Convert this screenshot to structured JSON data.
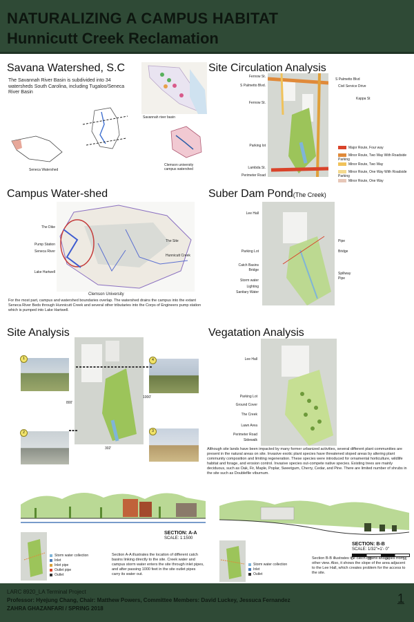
{
  "header": {
    "title_line1": "NATURALIZING A CAMPUS HABITAT",
    "title_line2": "Hunnicutt Creek Reclamation"
  },
  "savana": {
    "heading": "Savana Watershed, S.C",
    "body": "The Savannah River Basin is subdivided into 34 watersheds South Carolina, including Tugaloo/Seneca River Basin",
    "cap_river_basin": "Savannah river basin",
    "cap_seneca": "Seneca Watershed",
    "cap_clemson": "Clemson university campus watershed"
  },
  "circulation": {
    "heading": "Site Circulation Analysis",
    "labels": [
      "Fernow St.",
      "S Palmetto Blvd.",
      "Fernow St.",
      "Parking lot",
      "Lambda St.",
      "Perimeter Road",
      "S Palmetto Blvd",
      "Civil Service Drive",
      "Kappa St"
    ],
    "legend": [
      {
        "label": "Major Route, Four way",
        "color": "#d9432a"
      },
      {
        "label": "Minor Route, Two Way With Roadside Parking",
        "color": "#e08a3a"
      },
      {
        "label": "Minor Route, Two Way",
        "color": "#f0c25a"
      },
      {
        "label": "Minor Route, One Way With Roadside Parking",
        "color": "#f4d98e"
      },
      {
        "label": "Minor Route, One Way",
        "color": "#e7c7b8"
      }
    ]
  },
  "campus": {
    "heading": "Campus Water-shed",
    "labels_left": [
      "The Dike",
      "Pump Station",
      "Seneca River",
      "Lake Hartwell"
    ],
    "labels_right": [
      "The Site",
      "Hunnicutt Creek"
    ],
    "map_caption": "Clemson University",
    "body": "For the most part, campus and watershed boundaries overlap. The watershed drains the campus into the extant Seneca River Beds through Hunnicutt Creek and several other tributaries into the Corps of Engineers pump station which is pumped into Lake Hartwell."
  },
  "suber": {
    "heading": "Suber Dam Pond",
    "heading_small": "(The Creek)",
    "labels_left": [
      "Lee Hall",
      "Parking Lot",
      "Catch Basins",
      "Bridge",
      "Storm water",
      "Lighting",
      "Sanitary Water"
    ],
    "labels_right": [
      "Pipe",
      "Bridge",
      "Spillway",
      "Pipe"
    ]
  },
  "site": {
    "heading": "Site Analysis",
    "photo_numbers": [
      "1",
      "2",
      "3",
      "4"
    ],
    "dim_v": "800'",
    "dim_h": "302'",
    "dim_r": "1000'"
  },
  "veg": {
    "heading": "Vegatation Analysis",
    "labels": [
      "Lee Hall",
      "Parking Lot",
      "Ground Cover",
      "The Creek",
      "Lawn Area",
      "Perimeter Road",
      "Sidewalk"
    ],
    "body": "Although site lands have been impacted by many former urbanized activities, several different plant communities are present in the natural areas on site. Invasive exotic plant species have threatened sloped areas by altering plant community composition and limiting regeneration. These species were introduced for ornamental horticulture, wildlife habitat and forage, and erosion control. Invasive species out-compete native species. Existing trees are mainly deciduous, such as Oak, Fir, Maple, Poplar, Sweetgum, Cherry, Cedar, and Pine. There are limited number of shrubs in the site such as Doublefile viburnum."
  },
  "section_a": {
    "title": "SECTION: A-A",
    "scale": "SCALE: 1:1500",
    "legend": [
      "Storm water collection",
      "Inlet",
      "Inlet pipe",
      "Outlet pipe",
      "Outlet"
    ],
    "body": "Section A-A illustrates the location of different catch basins linking directly to the site. Creek water and campus storm water enters the site through inlet pipes, and after passing 1000 feet in the site outlet pipes carry its water out."
  },
  "section_b": {
    "title": "SECTION: B-B",
    "scale": "SCALE: 1/32\"=1'- 0\"",
    "scale_ticks": [
      "0",
      "32",
      "64",
      "96"
    ],
    "legend": [
      "Storm water collection",
      "Inlet",
      "Outlet"
    ],
    "body": "Section B-B illustrates the catch basins and pipes from other view. Also, it shows the slope of the area adjacent to the Lee Hall, which creates problem for the access to the site."
  },
  "footer": {
    "line1": "LARC 8920_LA Terminal Project",
    "line2": "Professor: Hyejung Chang, Chair: Matthew Powers, Committee Members: David Luckey, Jessuca Fernandez",
    "line3": "ZAHRA GHAZANFARI / SPRING 2018",
    "page": "1"
  },
  "colors": {
    "header_bg": "#2f4a36",
    "site_green": "#9cc45a",
    "water": "#7fb4d8"
  }
}
